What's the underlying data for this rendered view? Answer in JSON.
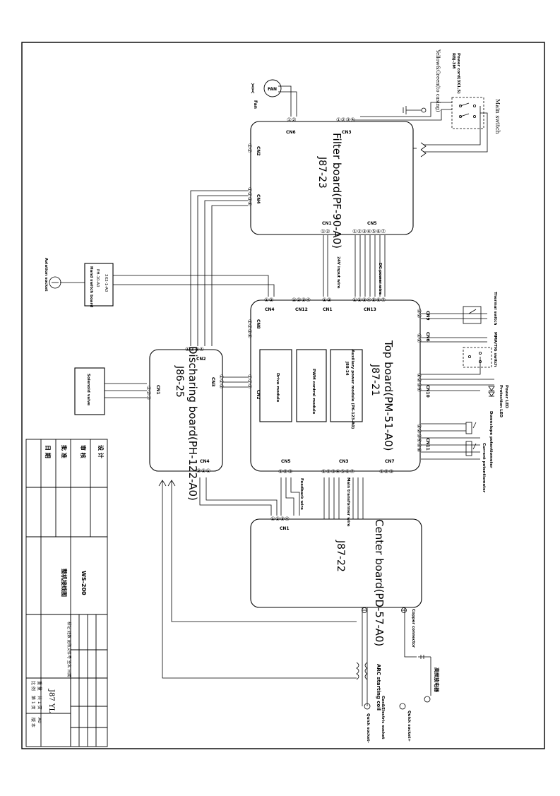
{
  "main_switch": "Main switch",
  "power_cord": "Power cord(3X1.5)",
  "power_cord_model": "RBJ-3M",
  "yellow_green": "Yellow&Green(to casing)",
  "fan_label": "Fan",
  "fan_symbol": "FAN",
  "filter_board": {
    "title": "Filter board(PF-90-A0)",
    "code": "J87-23",
    "connectors": {
      "cn1": "CN1",
      "cn2": "CN2",
      "cn3": "CN3",
      "cn4": "CN4",
      "cn5": "CN5",
      "cn6": "CN6"
    },
    "pins": {
      "cn1": "①②",
      "cn2": "①②",
      "cn3": "①②③④",
      "cn4": "①②③④",
      "cn5": "①②③④⑤⑥⑦",
      "cn6": "①②"
    }
  },
  "wire_24v": "24V input wire",
  "wire_dc_power": "DC power wire",
  "hand_switch_board": "Hand switch board",
  "hand_switch_model": "PH-10-A0",
  "hand_switch_code": "3X2-1-A0",
  "aviation_socket": "Aviation socket",
  "top_board": {
    "title": "Top board(PM-51-A0)",
    "code": "J87-21",
    "connectors": {
      "cn1": "CN1",
      "cn2": "CN2",
      "cn3": "CN3",
      "cn4": "CN4",
      "cn5": "CN5",
      "cn6": "CN6",
      "cn7": "CN7",
      "cn8": "CN8",
      "cn9": "CN9",
      "cn10": "CN10",
      "cn11": "CN11",
      "cn12": "CN12",
      "cn13": "CN13"
    },
    "pins": {
      "cn1": "①②",
      "cn2": "①②③",
      "cn3": "①②③④⑤⑥⑦",
      "cn4": "①②",
      "cn5": "①②③",
      "cn6": "①②",
      "cn7": "①②③",
      "cn8": "①②③④",
      "cn9": "①②",
      "cn10": "①②③④",
      "cn11": "①②③④⑤⑥",
      "cn12": "①②③④",
      "cn13": "①②③④⑤⑥⑦"
    }
  },
  "aux_module": "Auxiliary power module (PK-123-A0)",
  "aux_module_code": "J88-24",
  "pwm_module": "PWM control module",
  "drive_module": "Drive module",
  "thermal_switch": "Thermal switch",
  "mma_tig_switch": "MMA/TIG switch",
  "power_led": "Power LED",
  "protection_led": "Protection LED",
  "downslope_pot": "Downslope potentiometer",
  "current_pot": "Current potentiometer",
  "discharging_board": {
    "title": "Discharing board(PH-122-A0)",
    "code": "J86-25",
    "connectors": {
      "cn1": "CN1",
      "cn2": "CN2",
      "cn3": "CN3",
      "cn4": "CN4"
    },
    "pins": {
      "cn1": "①②③",
      "cn2": "①②③④",
      "cn3": "①②③",
      "cn4": "③②①"
    }
  },
  "solenoid_valve": "Solenoid valve",
  "feedback_wire": "Feedback wire",
  "main_transformer_wire": "Main transformer wire",
  "center_board": {
    "title": "Center board(PD-57-A0)",
    "code": "J87-22",
    "connectors": {
      "cn1": "CN1"
    },
    "pins": {
      "cn1": "①②③④"
    }
  },
  "copper_connector": "Copper connector",
  "arc_coil": "ARC starting coil",
  "quick_socket_plus": "Quick socket+",
  "quick_socket_minus": "Quick socket-",
  "gas_socket": "Gas&Electric socket",
  "hf_discharger": "高频放电器",
  "title_block": {
    "design": "设 计",
    "check": "审 核",
    "approve": "批 准",
    "date": "日 期",
    "model": "WS-200",
    "drawing_name": "整机接线图",
    "doc_code": "J87 YL",
    "scale": "比 例",
    "sheet": "第 1 页",
    "sheets": "共 1 页",
    "size": "A0",
    "revision_header": "标记 处数 更改文件号 签名 日期",
    "weight": "重 量",
    "version": "版 本"
  }
}
